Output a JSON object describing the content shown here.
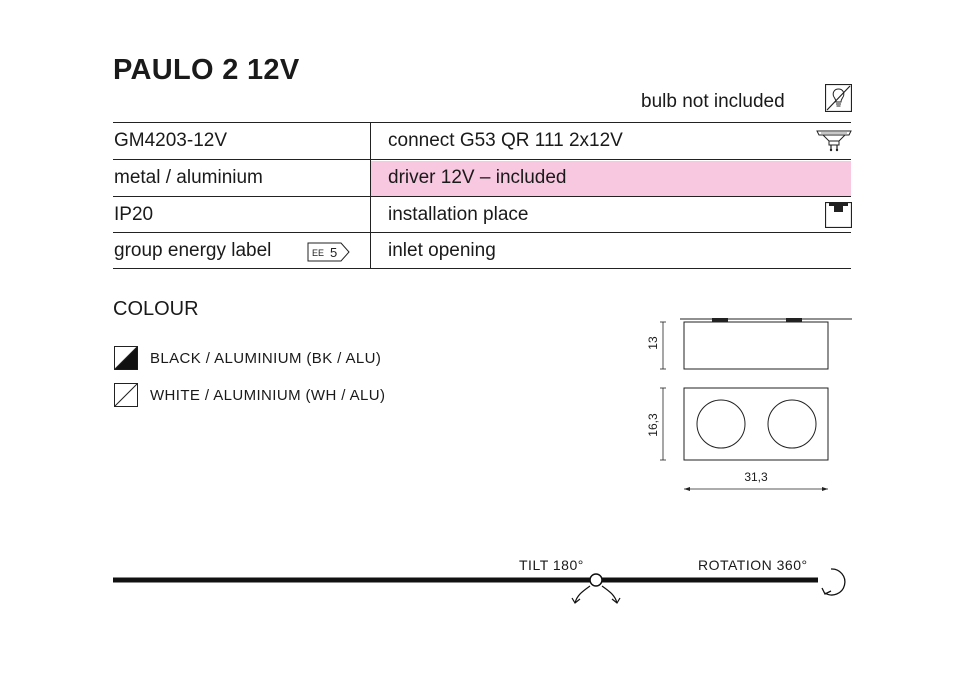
{
  "product": {
    "title": "PAULO 2  12V",
    "bulb_note": "bulb not included",
    "bulb_icon": "bulb-crossed-icon"
  },
  "spec_table": {
    "rows": [
      {
        "left": "GM4203-12V",
        "right": "connect G53 QR 111 2x12V",
        "right_icon": "g53-bulb-icon"
      },
      {
        "left": "metal / aluminium",
        "right": "driver 12V – included",
        "highlight": "#f8c8e1"
      },
      {
        "left": "IP20",
        "right": "installation place",
        "right_icon": "ceiling-mount-icon"
      },
      {
        "left": "group energy label",
        "left_badge": "EE 5",
        "right": "inlet opening"
      }
    ]
  },
  "colour": {
    "heading": "COLOUR",
    "options": [
      {
        "label": "BLACK / ALUMINIUM (BK / ALU)",
        "icon": "black-swatch-icon"
      },
      {
        "label": "WHITE / ALUMINIUM (WH / ALU)",
        "icon": "white-swatch-icon"
      }
    ]
  },
  "dimensions": {
    "height": "13",
    "depth": "16,3",
    "width": "31,3"
  },
  "adjustment": {
    "tilt": "TILT 180°",
    "rotation": "ROTATION 360°"
  }
}
